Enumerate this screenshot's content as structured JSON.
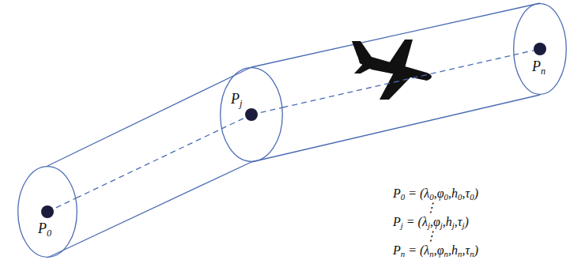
{
  "diagram": {
    "nodes": [
      {
        "text": [
          "P0"
        ]
      },
      {
        "text": [
          "Pj"
        ]
      },
      {
        "text": [
          "Pn"
        ]
      }
    ],
    "edges": [
      {
        "from": 0,
        "to": 1,
        "arrow": "none"
      },
      {
        "from": 1,
        "to": 2,
        "arrow": "none"
      }
    ],
    "labels": [
      "P0 = (λ0,φ0,h0,τ0)",
      "⋮",
      "Pj = (λj,φj,hj,τj)",
      "⋮",
      "Pn = (λn,φn,hn,τn)"
    ]
  }
}
